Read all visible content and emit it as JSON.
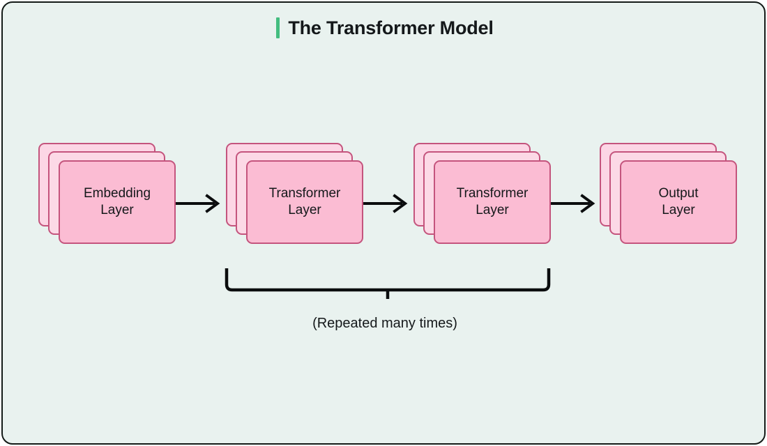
{
  "diagram": {
    "title": "The Transformer Model",
    "accent_color": "#43bd7f",
    "background_color": "#e9f2ef",
    "frame_border_color": "#131a17",
    "card_fill_front": "#fbbcd3",
    "card_fill_back": "#fcd6e5",
    "card_border_color": "#c4547d",
    "stroke_color": "#0b0d0e",
    "nodes": [
      {
        "label": "Embedding\nLayer",
        "stacked": true
      },
      {
        "label": "Transformer\nLayer",
        "stacked": true
      },
      {
        "label": "Transformer\nLayer",
        "stacked": true
      },
      {
        "label": "Output\nLayer",
        "stacked": true
      }
    ],
    "connectors": [
      {
        "from": "Embedding Layer",
        "to": "Transformer Layer",
        "kind": "arrow-right"
      },
      {
        "from": "Transformer Layer",
        "to": "Transformer Layer",
        "kind": "arrow-right"
      },
      {
        "from": "Transformer Layer",
        "to": "Output Layer",
        "kind": "arrow-right"
      }
    ],
    "bracket": {
      "spans": [
        "Transformer Layer",
        "Transformer Layer"
      ],
      "caption": "(Repeated many times)"
    }
  }
}
